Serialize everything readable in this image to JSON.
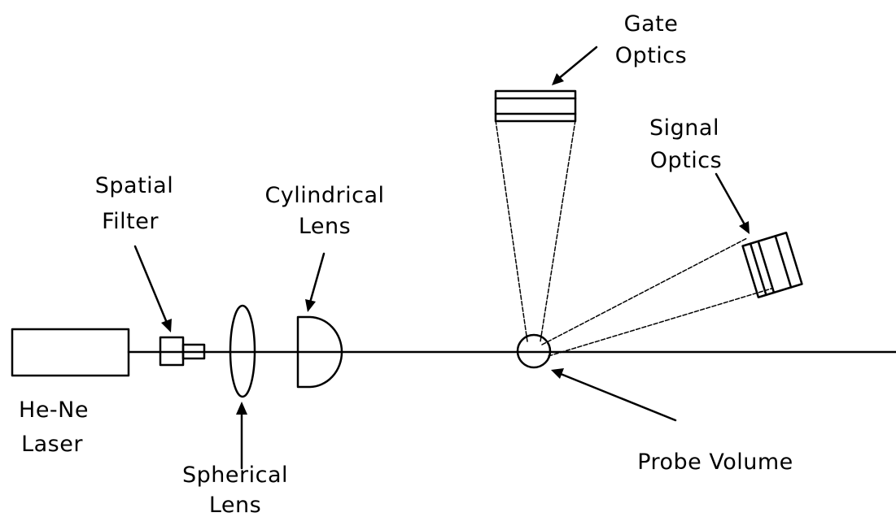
{
  "labels": {
    "gate_optics": [
      "Gate",
      "Optics"
    ],
    "signal_optics": [
      "Signal",
      "Optics"
    ],
    "spatial_filter": [
      "Spatial",
      "Filter"
    ],
    "cylindrical_lens": [
      "Cylindrical",
      "Lens"
    ],
    "he_ne_laser": [
      "He-Ne",
      "Laser"
    ],
    "spherical_lens": [
      "Spherical",
      "Lens"
    ],
    "probe_volume": "Probe Volume"
  }
}
